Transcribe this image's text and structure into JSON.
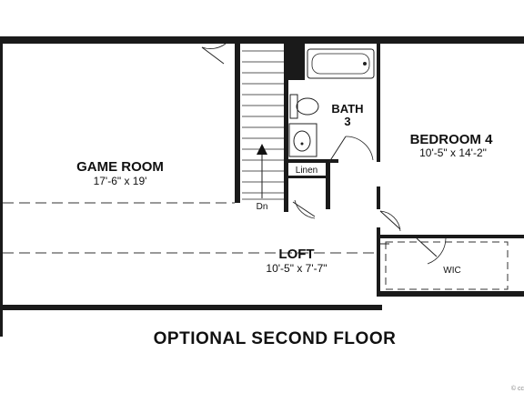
{
  "rooms": {
    "game_room": {
      "name": "GAME ROOM",
      "dims": "17'-6\" x 19'"
    },
    "bath": {
      "name": "BATH",
      "number": "3"
    },
    "bedroom": {
      "name": "BEDROOM 4",
      "dims": "10'-5\" x 14'-2\""
    },
    "linen": {
      "name": "Linen"
    },
    "stairs": {
      "label": "Dn"
    },
    "loft": {
      "name": "LOFT",
      "dims": "10'-5\" x 7'-7\""
    },
    "wic": {
      "name": "WIC"
    }
  },
  "footer": {
    "title": "OPTIONAL  SECOND FLOOR",
    "watermark": "© cc"
  }
}
